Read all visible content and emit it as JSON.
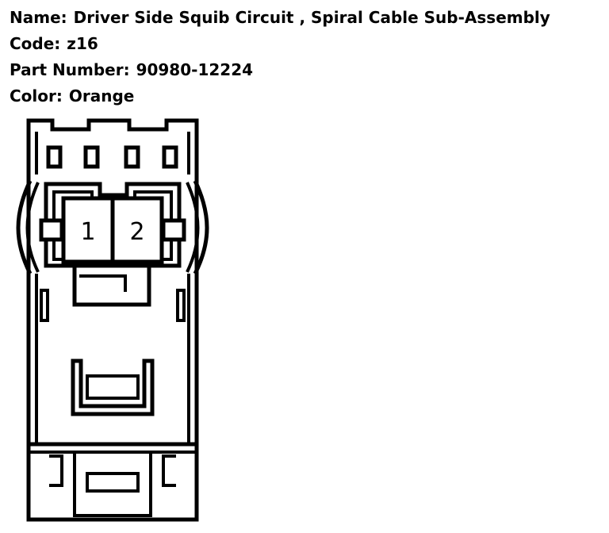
{
  "info": {
    "name_label": "Name:",
    "name_value": "Driver Side Squib Circuit , Spiral Cable Sub-Assembly",
    "code_label": "Code:",
    "code_value": "z16",
    "part_label": "Part Number:",
    "part_value": "90980-12224",
    "color_label": "Color:",
    "color_value": "Orange"
  },
  "connector": {
    "pins": [
      "1",
      "2"
    ]
  }
}
